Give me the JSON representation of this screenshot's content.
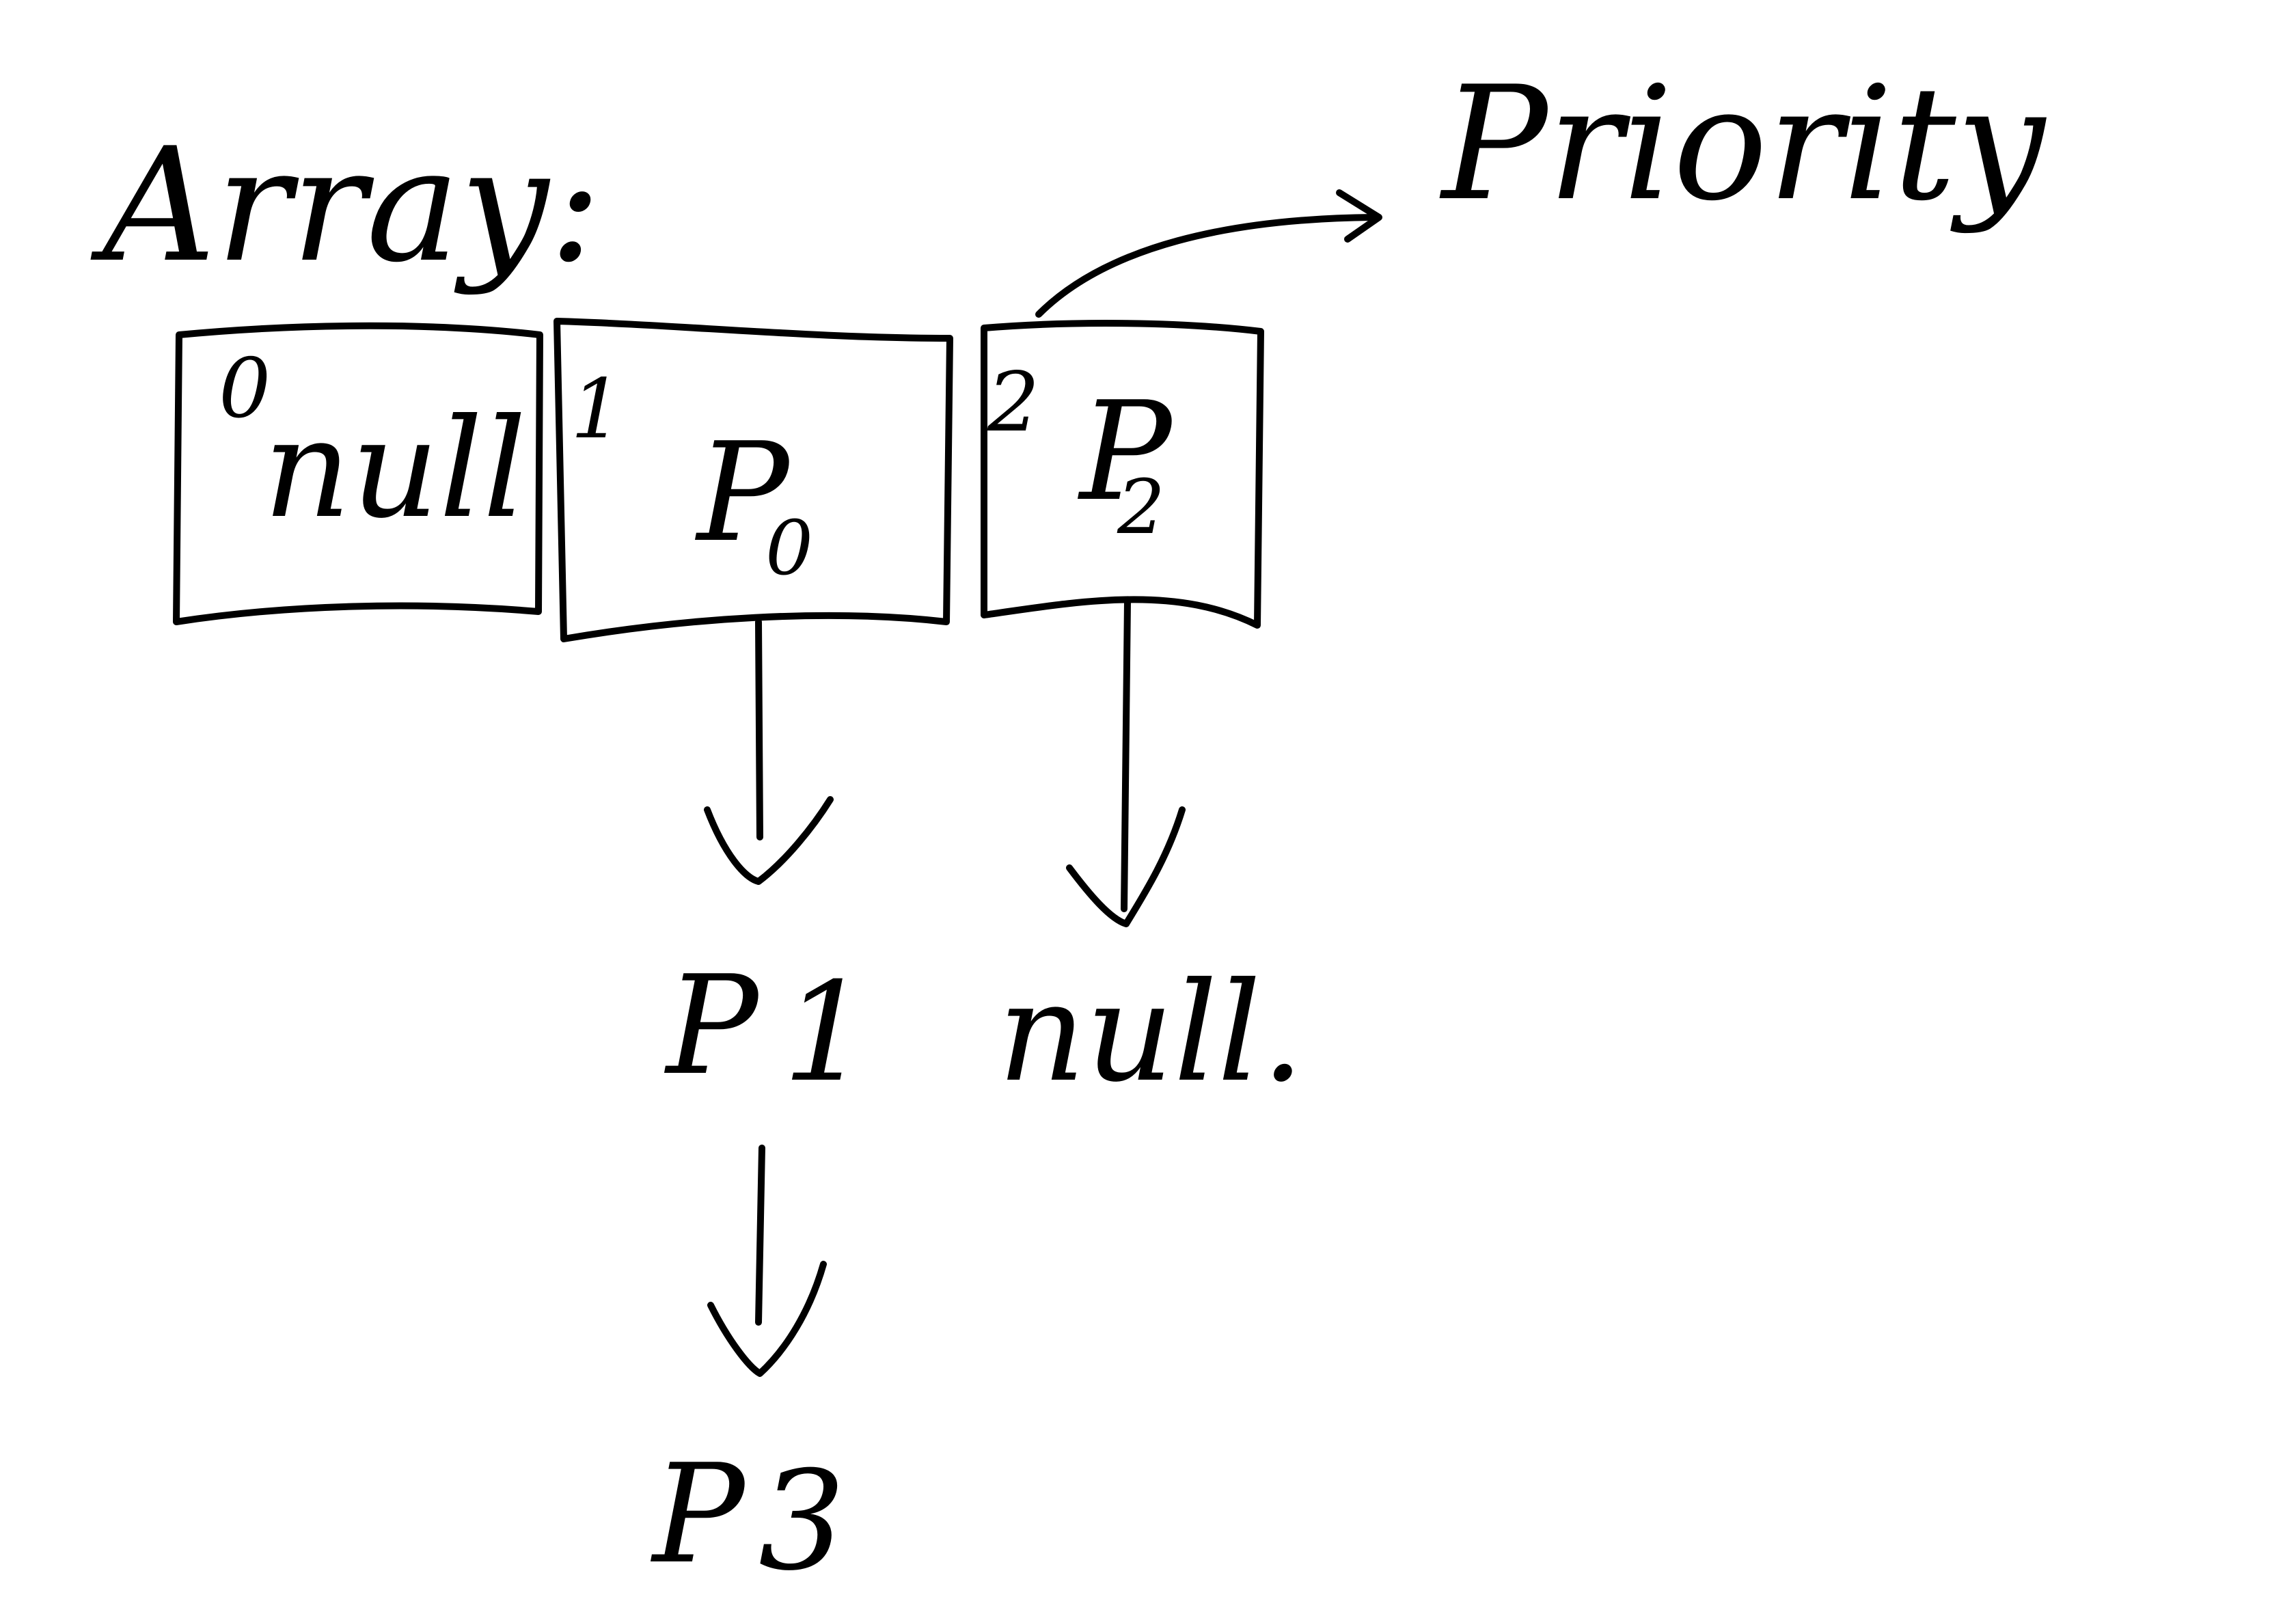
{
  "title": "Array:",
  "annotation": "Priority",
  "array": {
    "cells": [
      {
        "index": "0",
        "value": "null",
        "sub": ""
      },
      {
        "index": "1",
        "value": "P",
        "sub": "0"
      },
      {
        "index": "2",
        "value": "P",
        "sub": "2"
      }
    ]
  },
  "chains": {
    "cell1": [
      {
        "value": "P",
        "sub": "1"
      },
      {
        "value": "P",
        "sub": "3"
      }
    ],
    "cell2": [
      {
        "value": "null."
      }
    ]
  }
}
